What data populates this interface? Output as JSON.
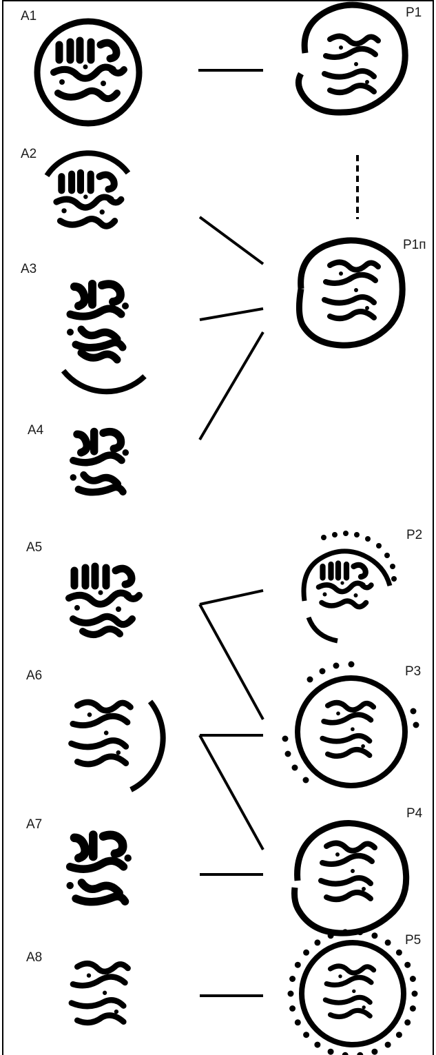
{
  "figure": {
    "stamps_left": [
      {
        "id": "A1",
        "label": "A1"
      },
      {
        "id": "A2",
        "label": "A2"
      },
      {
        "id": "A3",
        "label": "A3"
      },
      {
        "id": "A4",
        "label": "A4"
      },
      {
        "id": "A5",
        "label": "A5"
      },
      {
        "id": "A6",
        "label": "A6"
      },
      {
        "id": "A7",
        "label": "A7"
      },
      {
        "id": "A8",
        "label": "A8"
      }
    ],
    "stamps_right": [
      {
        "id": "P1",
        "label": "P1"
      },
      {
        "id": "P1p",
        "label": "P1п"
      },
      {
        "id": "P2",
        "label": "P2"
      },
      {
        "id": "P3",
        "label": "P3"
      },
      {
        "id": "P4",
        "label": "P4"
      },
      {
        "id": "P5",
        "label": "P5"
      }
    ],
    "links": [
      {
        "from": "A1",
        "to": "P1",
        "style": "solid"
      },
      {
        "from": "P1",
        "to": "P1p",
        "style": "dashed"
      },
      {
        "from": "A2",
        "to": "P1p",
        "style": "solid"
      },
      {
        "from": "A3",
        "to": "P1p",
        "style": "solid"
      },
      {
        "from": "A4",
        "to": "P1p",
        "style": "solid"
      },
      {
        "from": "A5",
        "to": "P2",
        "style": "solid"
      },
      {
        "from": "A5",
        "to": "P3",
        "style": "solid"
      },
      {
        "from": "A6",
        "to": "P3",
        "style": "solid"
      },
      {
        "from": "A6",
        "to": "P4",
        "style": "solid"
      },
      {
        "from": "A7",
        "to": "P4",
        "style": "solid"
      },
      {
        "from": "A8",
        "to": "P5",
        "style": "solid"
      }
    ]
  }
}
